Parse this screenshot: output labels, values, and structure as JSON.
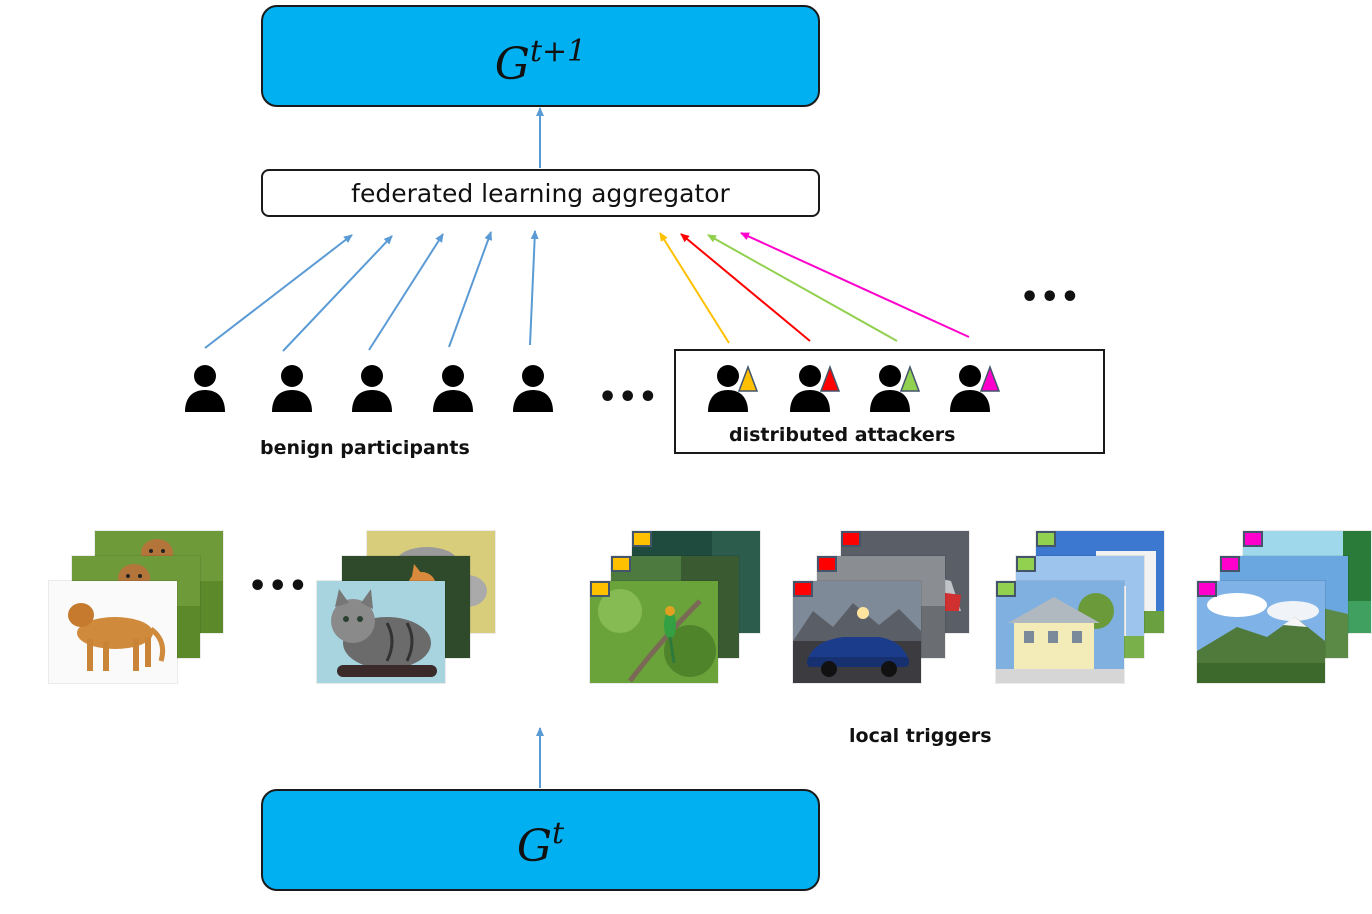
{
  "top_model": {
    "base": "G",
    "superscript": "t+1"
  },
  "bottom_model": {
    "base": "G",
    "superscript": "t"
  },
  "aggregator": {
    "label": "federated learning aggregator"
  },
  "captions": {
    "benign": "benign participants",
    "attackers": "distributed attackers",
    "triggers": "local triggers"
  },
  "ellipsis": "•••",
  "colors": {
    "model_fill": "#00b0f0",
    "arrow_blue": "#5b9bd5",
    "attacker_1": "#ffc000",
    "attacker_2": "#ff0000",
    "attacker_3": "#92d050",
    "attacker_4": "#ff00cc"
  },
  "icons": {
    "participant": "person-icon",
    "attacker_marker": "triangle-icon",
    "trigger": "square-trigger-icon"
  },
  "image_groups": [
    {
      "subject": "dog",
      "trigger_color": ""
    },
    {
      "subject": "cat",
      "trigger_color": ""
    },
    {
      "subject": "bird",
      "trigger_color": "#ffc000"
    },
    {
      "subject": "car",
      "trigger_color": "#ff0000"
    },
    {
      "subject": "house",
      "trigger_color": "#92d050"
    },
    {
      "subject": "mountain",
      "trigger_color": "#ff00cc"
    }
  ]
}
